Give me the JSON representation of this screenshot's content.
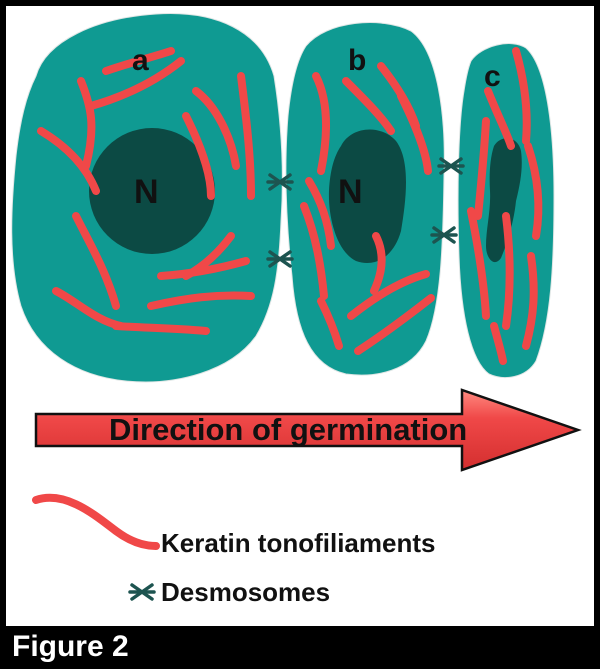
{
  "cells": [
    {
      "label": "a",
      "nucleus_label": "N"
    },
    {
      "label": "b",
      "nucleus_label": "N"
    },
    {
      "label": "c"
    }
  ],
  "arrow": {
    "label": "Direction of germination"
  },
  "legend": {
    "keratin_label": "Keratin tonofiliaments",
    "desmosome_label": "Desmosomes"
  },
  "caption": "Figure 2",
  "colors": {
    "cytoplasm": "#0f9a92",
    "nucleus": "#0c4a44",
    "filament": "#f04848",
    "desmosome": "#1d5450",
    "background": "#ffffff",
    "frame": "#000000"
  }
}
